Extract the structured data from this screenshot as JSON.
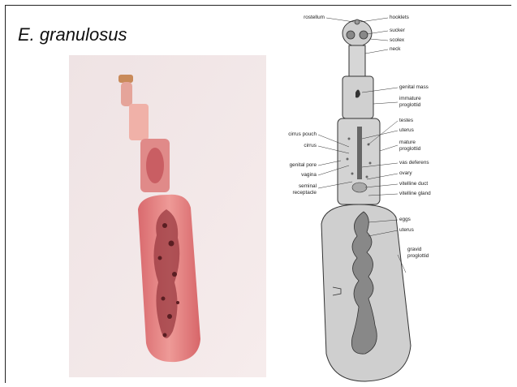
{
  "title": "E. granulosus",
  "labels": {
    "rostellum": "rostellum",
    "hooklets": "hooklets",
    "sucker": "sucker",
    "scolex": "scolex",
    "neck": "neck",
    "genital_mass": "genital mass",
    "immature_proglottid": [
      "immature",
      "proglottid"
    ],
    "testes": "testes",
    "uterus_mature": "uterus",
    "mature_proglottid": [
      "mature",
      "proglottid"
    ],
    "vas_deferens": "vas deferens",
    "ovary": "ovary",
    "vitelline_duct": "vitelline duct",
    "vitelline_gland": "vitelline gland",
    "cirrus_pouch": "cirrus pouch",
    "cirrus": "cirrus",
    "genital_pore": "genital pore",
    "vagina": "vagina",
    "seminal_receptacle": [
      "seminal",
      "receptacle"
    ],
    "eggs": "eggs",
    "uterus_gravid": "uterus",
    "gravid_proglottid": [
      "gravid",
      "proglottid"
    ]
  },
  "colors": {
    "photo_background": "#f3e4e6",
    "worm_pink": "#e98585",
    "worm_dark": "#7a2a30",
    "diagram_fill": "#cfcfcf",
    "diagram_stroke": "#333333"
  }
}
